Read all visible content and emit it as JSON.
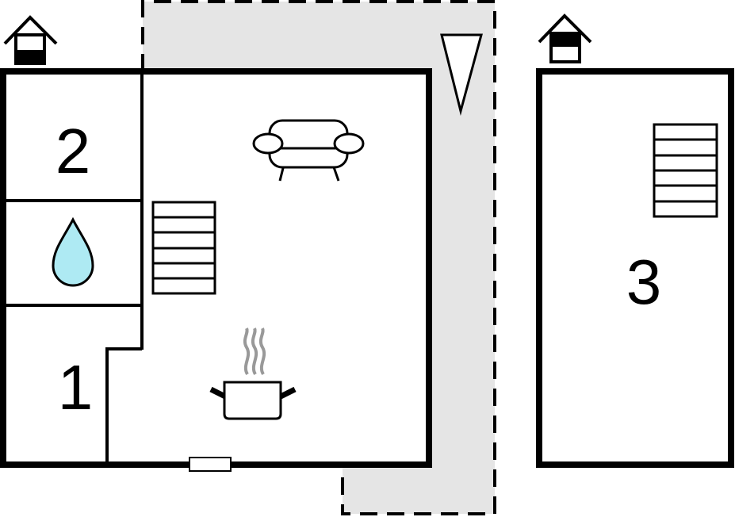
{
  "rooms": {
    "bedroom_2": "2",
    "bedroom_1": "1",
    "bedroom_3": "3"
  },
  "icons": {
    "ground_floor": "house-ground-floor-icon",
    "upper_floor": "house-upper-floor-icon",
    "bathroom": "water-drop-icon",
    "living": "sofa-icon",
    "kitchen": "cooking-pot-icon",
    "stairs": "stairs-icon",
    "north": "north-arrow-icon"
  },
  "colors": {
    "wall": "#000000",
    "terrace": "#e5e5e5",
    "water": "#aeeaf3",
    "steam": "#999999"
  }
}
